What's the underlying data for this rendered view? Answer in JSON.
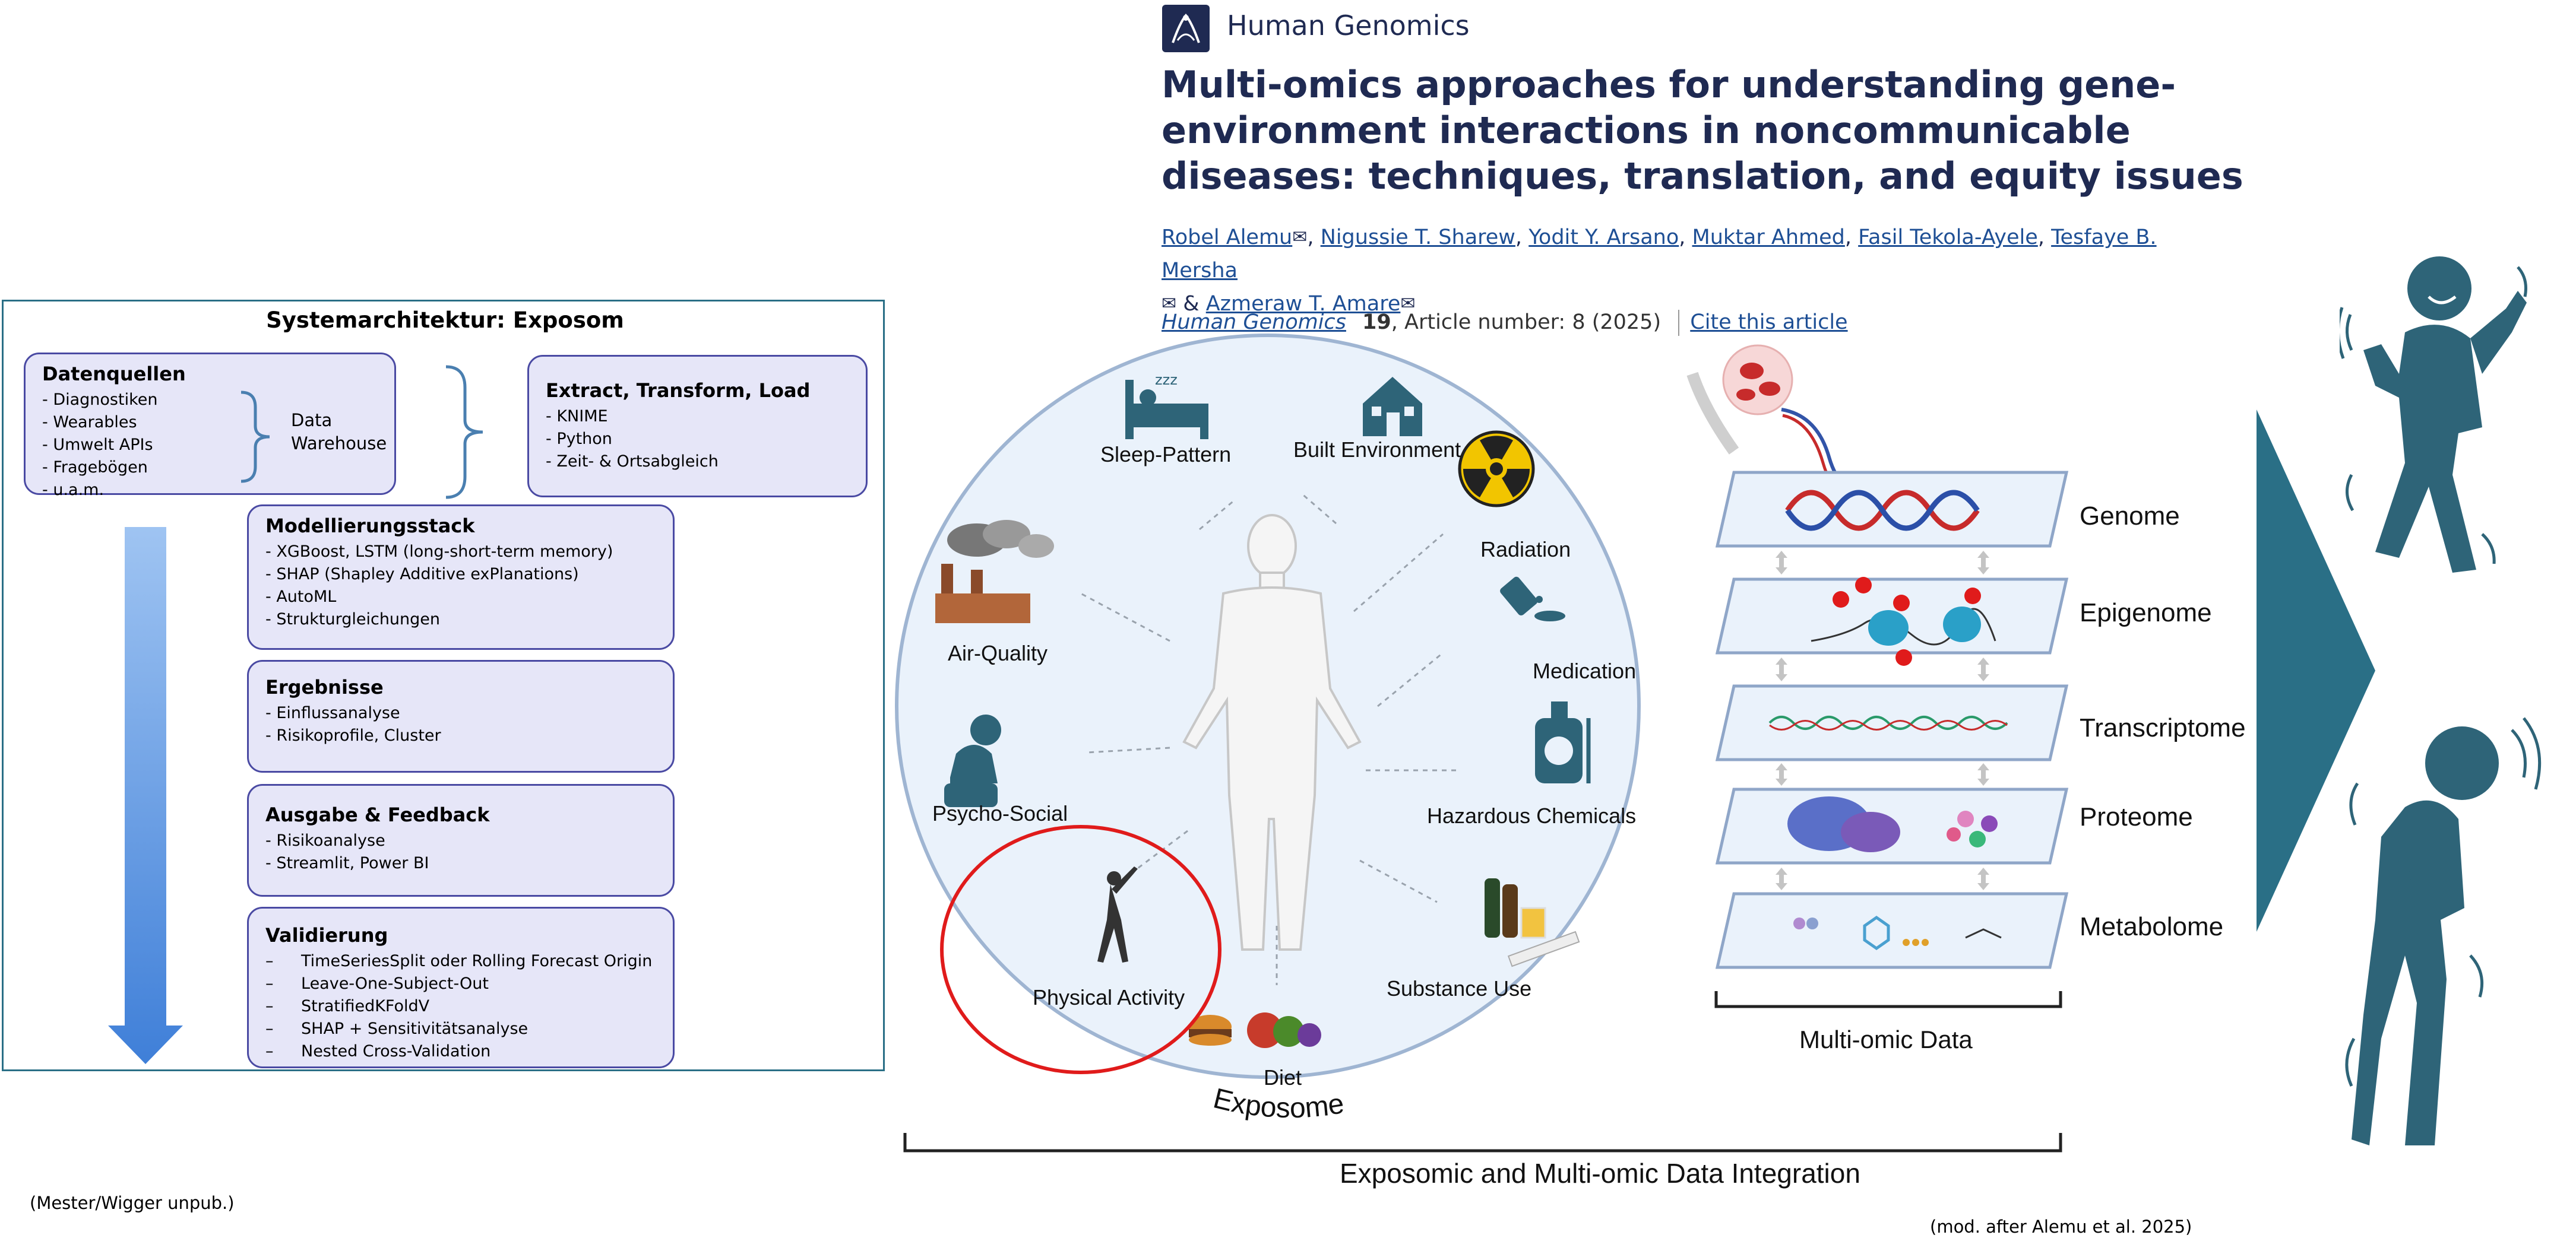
{
  "architecture": {
    "title": "Systemarchitektur: Exposom",
    "datenquellen": {
      "title": "Datenquellen",
      "items": [
        "- Diagnostiken",
        "- Wearables",
        "- Umwelt APIs",
        "- Fragebögen",
        "- u.a.m."
      ]
    },
    "data_warehouse": {
      "line1": "Data",
      "line2": "Warehouse"
    },
    "etl": {
      "title": "Extract, Transform, Load",
      "items": [
        "- KNIME",
        "- Python",
        "- Zeit- & Ortsabgleich"
      ]
    },
    "modellierung": {
      "title": "Modellierungsstack",
      "items": [
        "- XGBoost, LSTM (long-short-term memory)",
        "- SHAP (Shapley Additive exPlanations)",
        "- AutoML",
        "- Strukturgleichungen"
      ]
    },
    "ergebnisse": {
      "title": "Ergebnisse",
      "items": [
        "- Einflussanalyse",
        "- Risikoprofile, Cluster"
      ]
    },
    "ausgabe": {
      "title": "Ausgabe & Feedback",
      "items": [
        "- Risikoanalyse",
        "- Streamlit, Power BI"
      ]
    },
    "validierung": {
      "title": "Validierung",
      "dash": "–",
      "items": [
        "TimeSeriesSplit oder Rolling Forecast Origin",
        "Leave-One-Subject-Out",
        "StratifiedKFoldV",
        "SHAP + Sensitivitätsanalyse",
        "Nested Cross-Validation"
      ]
    },
    "credit": "(Mester/Wigger unpub.)"
  },
  "article": {
    "journal": "Human Genomics",
    "title_lines": [
      "Multi-omics approaches for understanding gene-",
      "environment interactions in noncommunicable",
      "diseases: techniques, translation, and equity issues"
    ],
    "authors": [
      "Robel Alemu",
      "Nigussie T. Sharew",
      "Yodit Y. Arsano",
      "Muktar Ahmed",
      "Fasil Tekola-Ayele",
      "Tesfaye B. Mersha",
      "Azmeraw T. Amare"
    ],
    "amp": "&",
    "citation": {
      "journal": "Human Genomics",
      "volume": "19",
      "rest": ", Article number: 8 (2025)",
      "link": "Cite this article"
    }
  },
  "exposome": {
    "label": "Exposome",
    "factors": [
      "Sleep-Pattern",
      "Built Environment",
      "Radiation",
      "Medication",
      "Hazardous Chemicals",
      "Substance Use",
      "Diet",
      "Physical Activity",
      "Psycho-Social",
      "Air-Quality"
    ]
  },
  "omics": {
    "layers": [
      "Genome",
      "Epigenome",
      "Transcriptome",
      "Proteome",
      "Metabolome"
    ],
    "label": "Multi-omic Data"
  },
  "integration_label": "Exposomic and Multi-omic Data Integration",
  "credit_right": "(mod. after Alemu et al. 2025)",
  "colors": {
    "accent": "#2a6f86",
    "box_fill": "#e6e6f8",
    "box_border": "#4a4aa3",
    "highlight": "#e01b1b",
    "person": "#2e6478"
  }
}
